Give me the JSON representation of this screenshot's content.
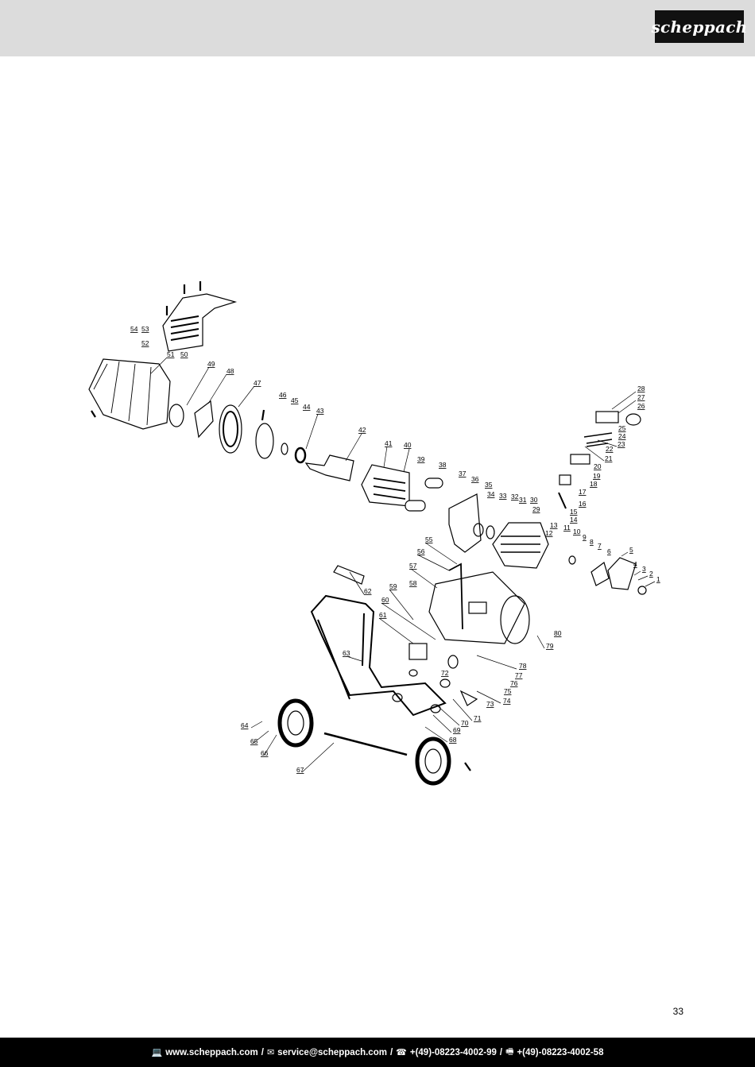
{
  "brand": {
    "logo_text": "scheppach"
  },
  "diagram": {
    "title": "Exploded parts diagram – compressor",
    "part_numbers": [
      "1",
      "2",
      "3",
      "4",
      "5",
      "6",
      "7",
      "8",
      "9",
      "10",
      "11",
      "12",
      "13",
      "14",
      "15",
      "16",
      "17",
      "18",
      "19",
      "20",
      "21",
      "22",
      "23",
      "24",
      "25",
      "26",
      "27",
      "28",
      "29",
      "30",
      "31",
      "32",
      "33",
      "34",
      "35",
      "36",
      "37",
      "38",
      "39",
      "40",
      "41",
      "42",
      "43",
      "44",
      "45",
      "46",
      "47",
      "48",
      "49",
      "50",
      "51",
      "52",
      "53",
      "54",
      "55",
      "56",
      "57",
      "58",
      "59",
      "60",
      "61",
      "62",
      "63",
      "64",
      "65",
      "66",
      "67",
      "68",
      "69",
      "70",
      "71",
      "72",
      "73",
      "74",
      "75",
      "76",
      "77",
      "78",
      "79",
      "80"
    ]
  },
  "page_number": "33",
  "footer": {
    "website": "www.scheppach.com",
    "email": "service@scheppach.com",
    "phone": "+(49)-08223-4002-99",
    "fax": "+(49)-08223-4002-58",
    "icons": {
      "web": "computer-icon",
      "mail": "mail-icon",
      "phone": "phone-icon",
      "fax": "fax-icon"
    }
  }
}
